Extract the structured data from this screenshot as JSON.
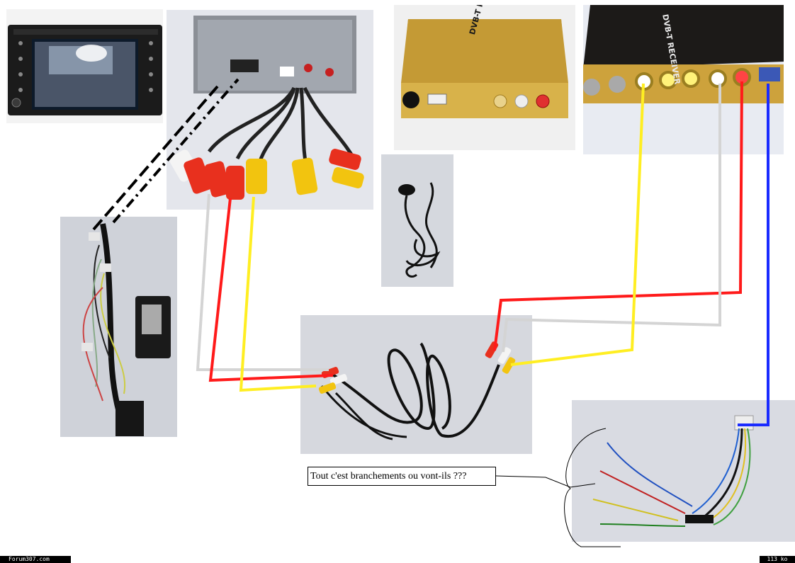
{
  "caption": {
    "text": "Tout c'est branchements ou vont-ils ???"
  },
  "footer": {
    "site": "Forum307.com",
    "size": "113 ko"
  },
  "photos": [
    {
      "name": "head-unit-front-photo",
      "label": "head unit front"
    },
    {
      "name": "head-unit-back-photo",
      "label": "head unit rear with rca cables"
    },
    {
      "name": "dvbt-receiver-front-photo",
      "label": "DVB-T receiver front"
    },
    {
      "name": "dvbt-receiver-rear-photo",
      "label": "DVB-T receiver rear"
    },
    {
      "name": "ir-sensor-cable-photo",
      "label": "ir sensor cable"
    },
    {
      "name": "wiring-harness-photo",
      "label": "wiring harness with module"
    },
    {
      "name": "rca-cable-photo",
      "label": "rca cable"
    },
    {
      "name": "power-harness-photo",
      "label": "power harness"
    }
  ],
  "receiver_text": {
    "front": "DVB-T RECEIVER",
    "rear": "DVB-T RECEIVER"
  },
  "colors": {
    "wire_white": "#d4d4d4",
    "wire_red": "#ff1a1a",
    "wire_yellow": "#ffee22",
    "wire_blue": "#1a2bff",
    "gold": "#c9a133"
  }
}
